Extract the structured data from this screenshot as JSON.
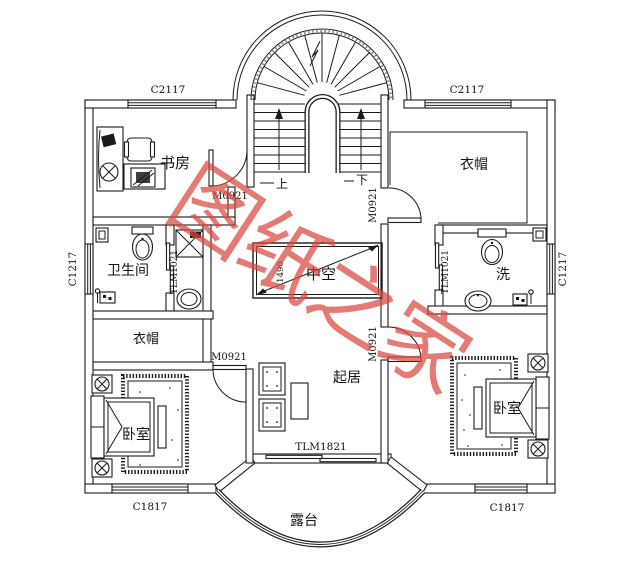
{
  "watermark": {
    "text": "图纸之家",
    "color": "#d9493f"
  },
  "rooms": {
    "study": "书房",
    "bathroom": "卫生间",
    "cloak_left": "衣帽",
    "bedroom_left": "卧室",
    "living": "起居",
    "void": "中空",
    "cloak_right": "衣帽",
    "wash": "洗",
    "bedroom_right": "卧室",
    "terrace": "露台"
  },
  "stairs": {
    "up": "上",
    "down": "下"
  },
  "windows": {
    "top_left": "C2117",
    "top_right": "C2117",
    "left": "C1217",
    "right": "C1217",
    "bottom_left": "C1817",
    "bottom_right": "C1817"
  },
  "doors": {
    "study": "M0921",
    "bedroom_left": "M0921",
    "cloak_right": "M0921",
    "bedroom_right": "M0921",
    "bath_sliding": "TLM1021",
    "wash_sliding": "TLM1021",
    "terrace_sliding": "TLM1821"
  },
  "annotations": {
    "void_dimension": "1490"
  },
  "colors": {
    "line": "#1b1b1b",
    "watermark": "#d9493f",
    "background": "#ffffff"
  }
}
